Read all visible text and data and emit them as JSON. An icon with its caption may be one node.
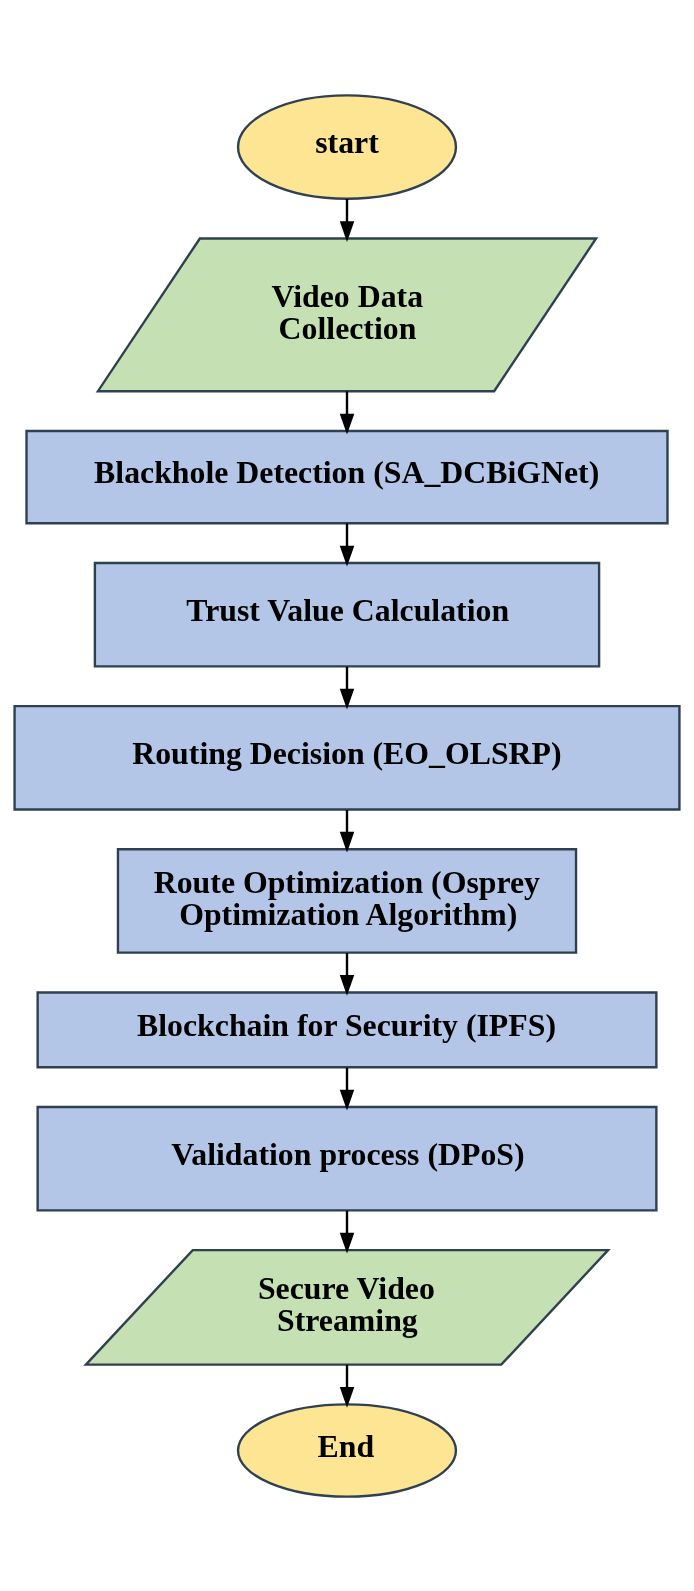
{
  "diagram": {
    "nodes": [
      {
        "text": [
          "start"
        ]
      },
      {
        "text": [
          "Video Data Collection"
        ]
      },
      {
        "text": [
          "Blackhole Detection (SA_DCBiGNet)"
        ]
      },
      {
        "text": [
          "Trust Value Calculation"
        ]
      },
      {
        "text": [
          "Routing Decision (EO_OLSRP)"
        ]
      },
      {
        "text": [
          "Route Optimization (Osprey Optimization Algorithm)"
        ]
      },
      {
        "text": [
          "Blockchain for Security (IPFS)"
        ]
      },
      {
        "text": [
          "Validation process (DPoS)"
        ]
      },
      {
        "text": [
          "Secure Video Streaming"
        ]
      },
      {
        "text": [
          "End"
        ]
      }
    ],
    "edges": [
      {
        "from": 0,
        "to": 1,
        "arrow": "to"
      },
      {
        "from": 1,
        "to": 2,
        "arrow": "to"
      },
      {
        "from": 2,
        "to": 3,
        "arrow": "to"
      },
      {
        "from": 3,
        "to": 4,
        "arrow": "to"
      },
      {
        "from": 4,
        "to": 5,
        "arrow": "to"
      },
      {
        "from": 5,
        "to": 6,
        "arrow": "to"
      },
      {
        "from": 6,
        "to": 7,
        "arrow": "to"
      },
      {
        "from": 7,
        "to": 8,
        "arrow": "to"
      },
      {
        "from": 8,
        "to": 9,
        "arrow": "to"
      }
    ]
  }
}
